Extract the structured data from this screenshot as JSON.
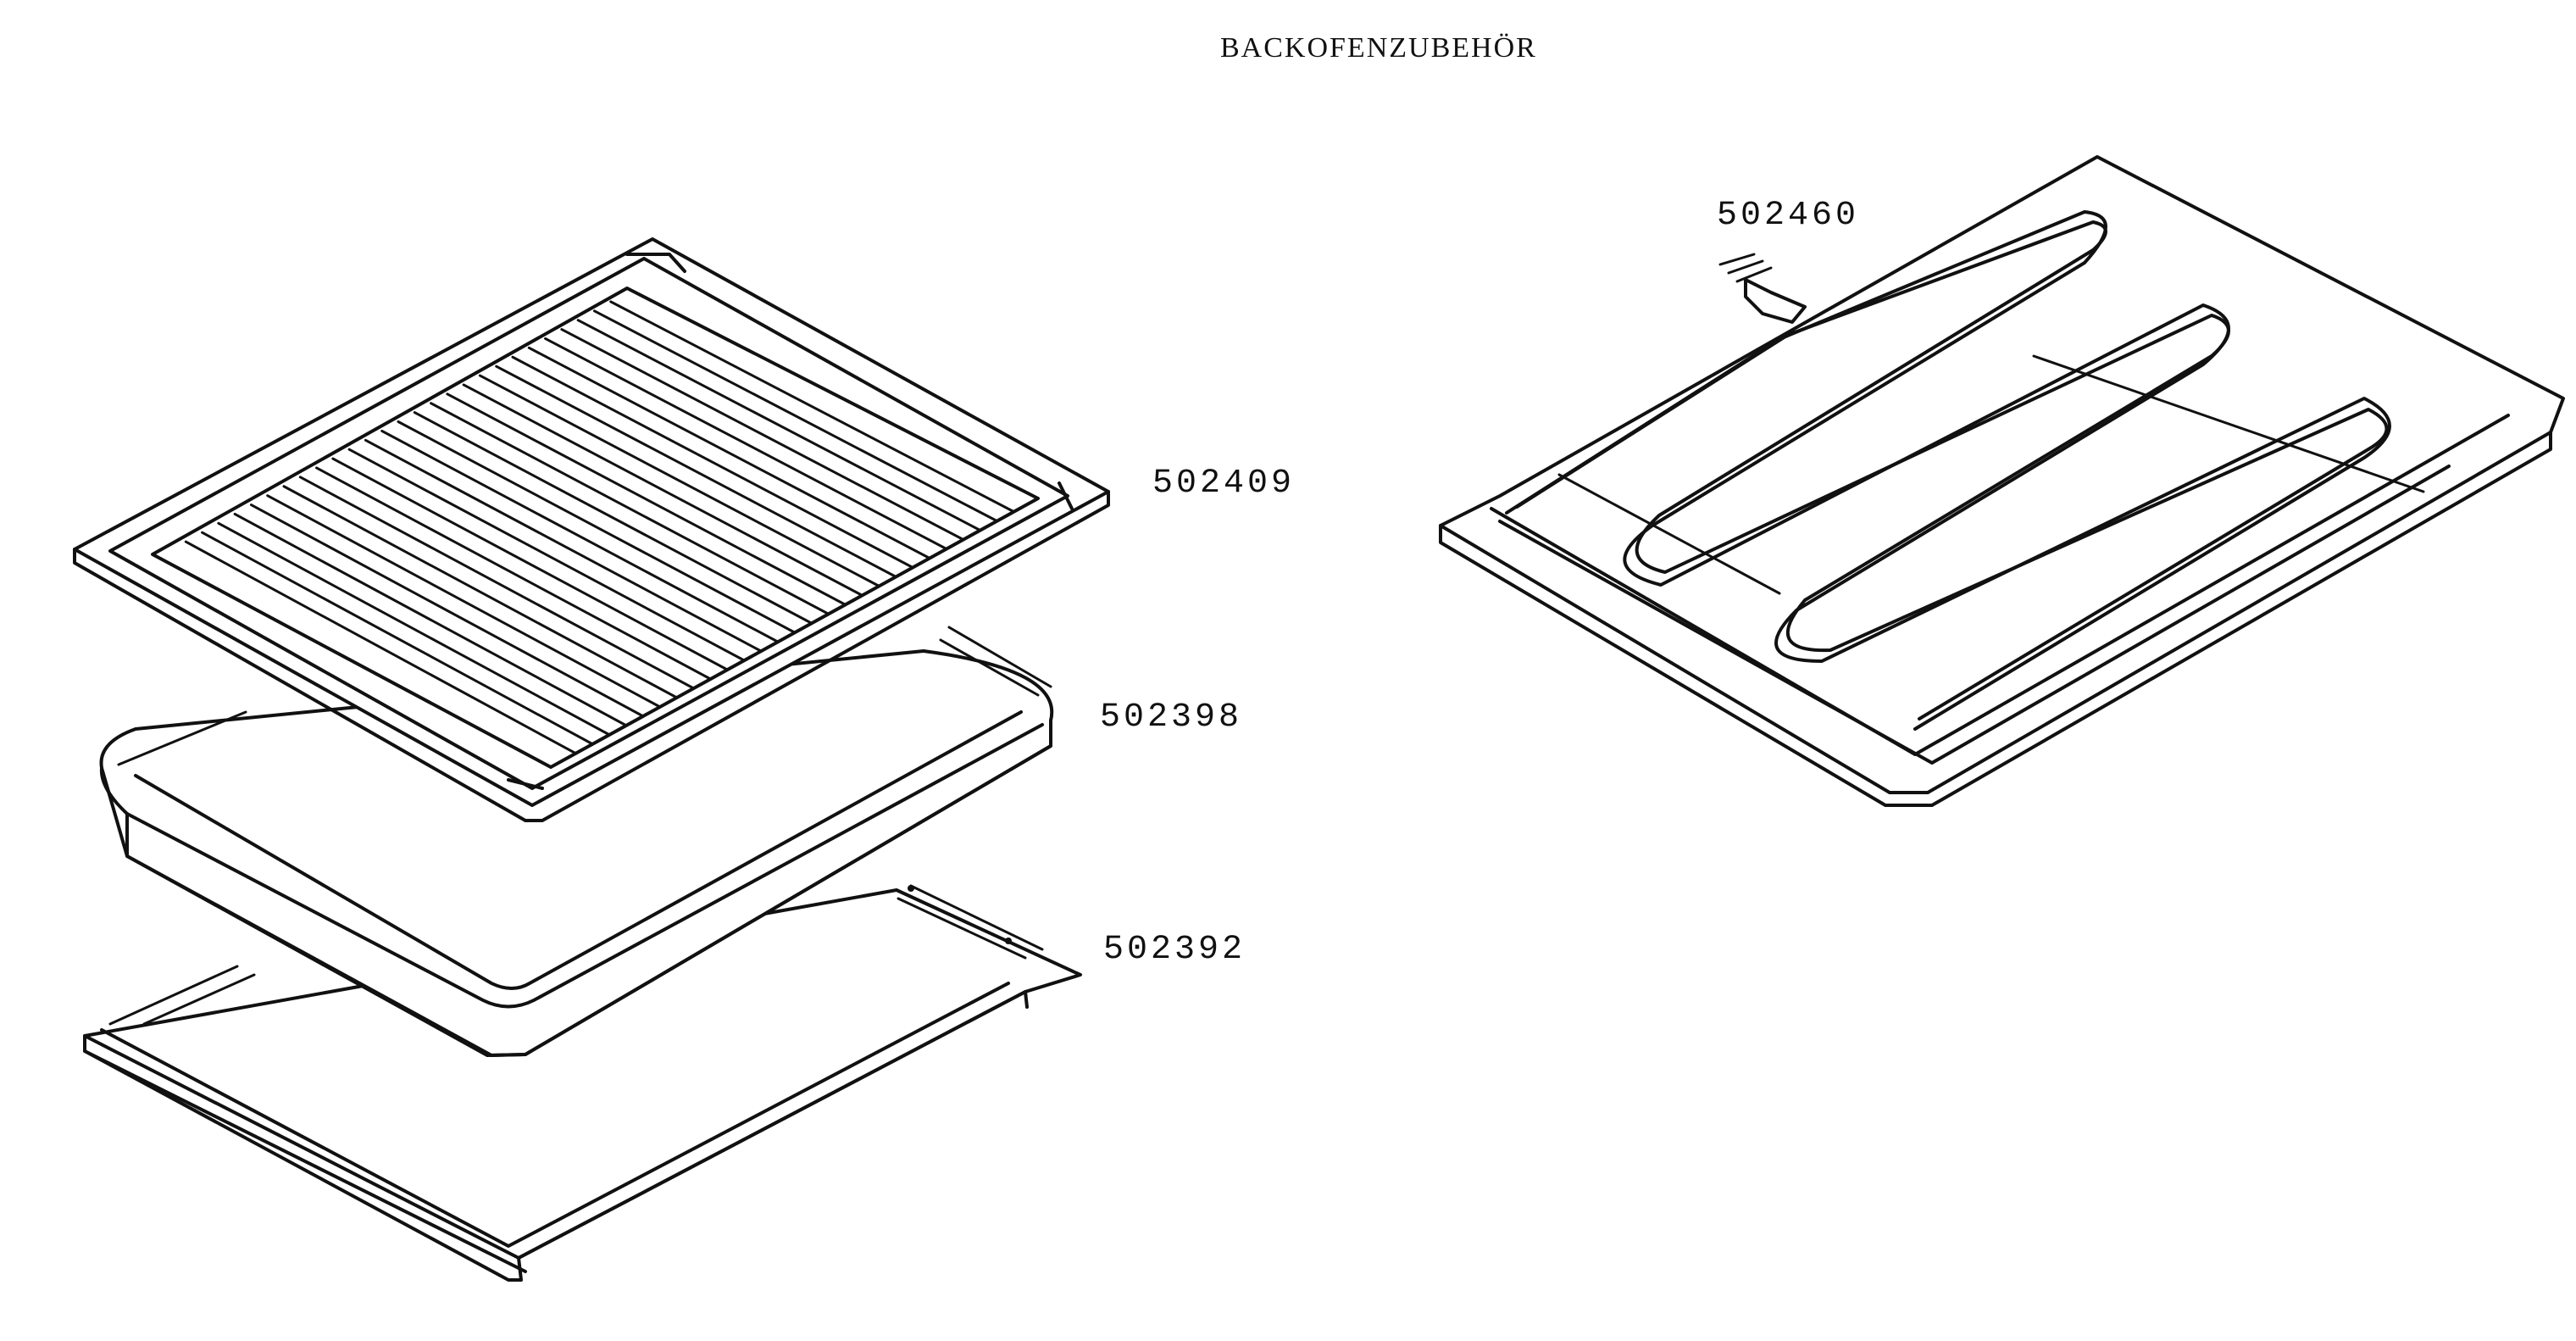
{
  "title": "BACKOFENZUBEHÖR",
  "parts": {
    "grill_rack": "502409",
    "baking_tray": "502398",
    "flat_baking_sheet": "502392",
    "heating_element": "502460"
  }
}
